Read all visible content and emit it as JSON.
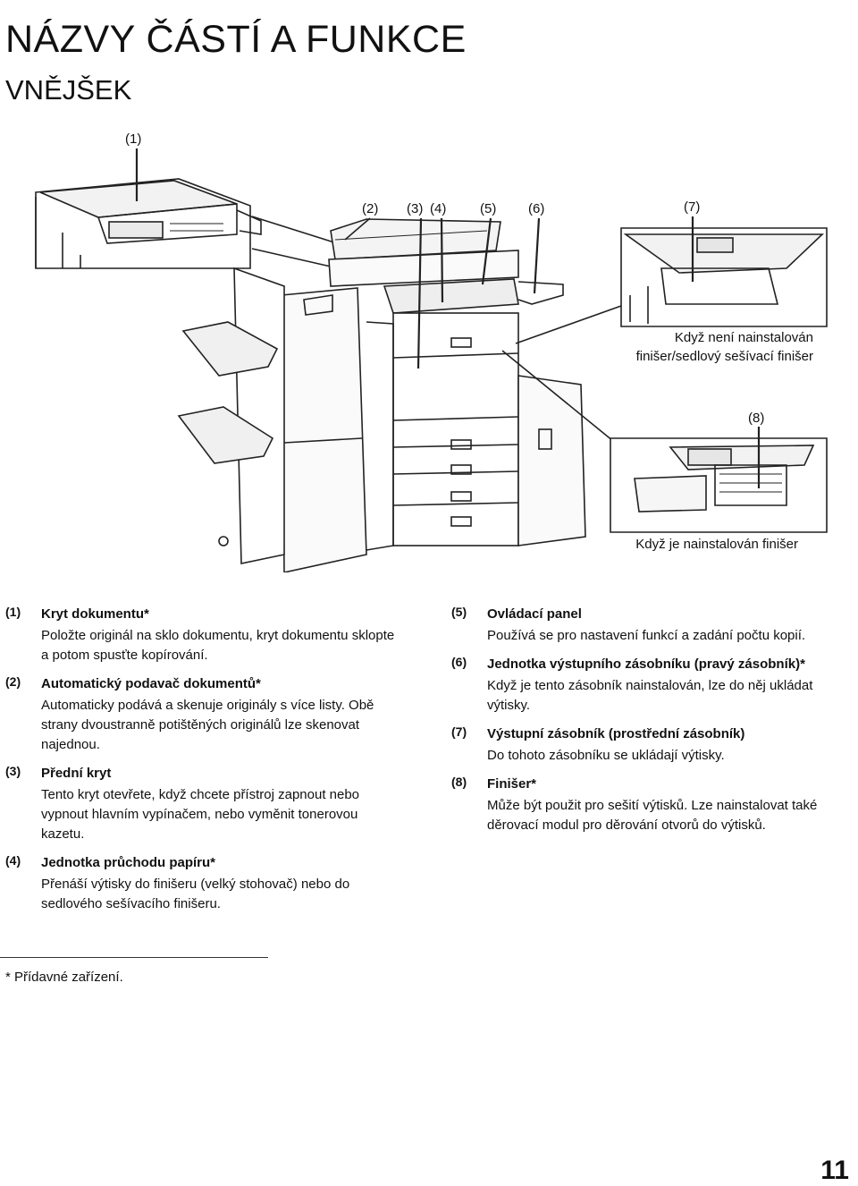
{
  "header": {
    "title": "NÁZVY ČÁSTÍ A FUNKCE",
    "subtitle": "VNĚJŠEK"
  },
  "diagram": {
    "callouts": [
      "(1)",
      "(2)",
      "(3)",
      "(4)",
      "(5)",
      "(6)",
      "(7)",
      "(8)"
    ],
    "caption_no_finisher": "Když není nainstalován finišer/sedlový sešívací finišer",
    "caption_finisher": "Když je nainstalován finišer"
  },
  "items_left": [
    {
      "num": "(1)",
      "title": "Kryt dokumentu*",
      "desc": "Položte originál na sklo dokumentu, kryt dokumentu sklopte a potom spusťte kopírování."
    },
    {
      "num": "(2)",
      "title": "Automatický podavač dokumentů*",
      "desc": "Automaticky podává a skenuje originály s více listy. Obě strany dvoustranně potištěných originálů lze skenovat najednou."
    },
    {
      "num": "(3)",
      "title": "Přední kryt",
      "desc": "Tento kryt otevřete, když chcete přístroj zapnout nebo vypnout hlavním vypínačem, nebo vyměnit tonerovou kazetu."
    },
    {
      "num": "(4)",
      "title": "Jednotka průchodu papíru*",
      "desc": "Přenáší výtisky do finišeru (velký stohovač) nebo do sedlového sešívacího finišeru."
    }
  ],
  "items_right": [
    {
      "num": "(5)",
      "title": "Ovládací panel",
      "desc": "Používá se pro nastavení funkcí a zadání počtu kopií."
    },
    {
      "num": "(6)",
      "title": "Jednotka výstupního zásobníku (pravý zásobník)*",
      "desc": "Když je tento zásobník nainstalován, lze do něj ukládat výtisky."
    },
    {
      "num": "(7)",
      "title": "Výstupní zásobník (prostřední zásobník)",
      "desc": "Do tohoto zásobníku se ukládají výtisky."
    },
    {
      "num": "(8)",
      "title": "Finišer*",
      "desc": "Může být použit pro sešití výtisků. Lze nainstalovat také děrovací modul pro děrování otvorů do výtisků."
    }
  ],
  "footnote": "* Přídavné zařízení.",
  "page_number": "11"
}
